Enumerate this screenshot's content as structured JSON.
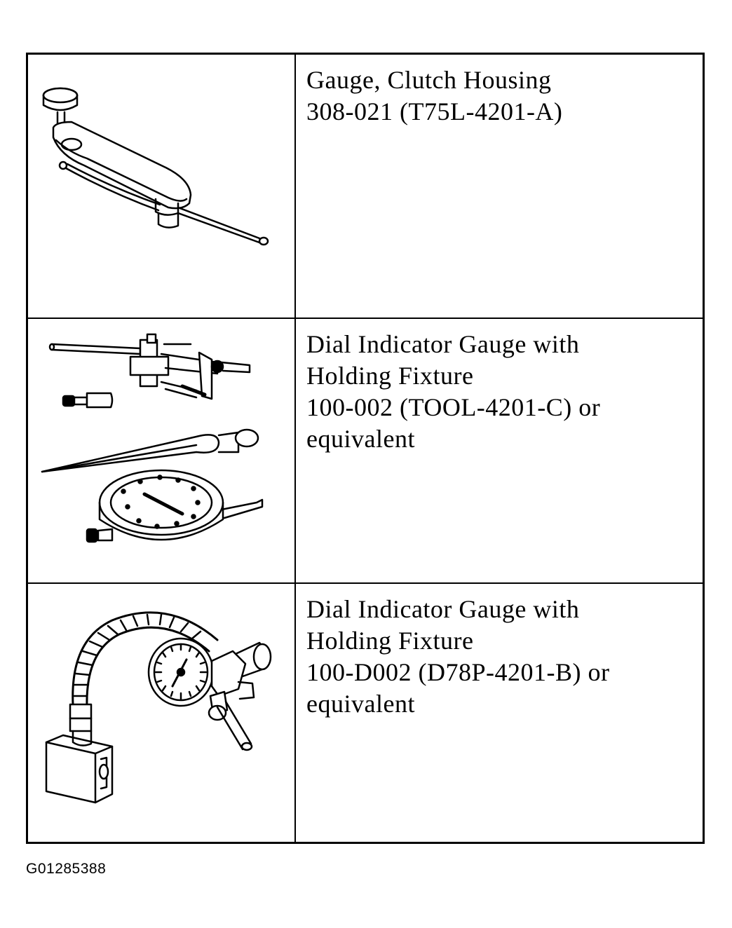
{
  "tools": [
    {
      "lines": [
        "Gauge, Clutch Housing",
        "308-021 (T75L-4201-A)"
      ],
      "icon": "clutch-housing-gauge-icon"
    },
    {
      "lines": [
        "Dial Indicator Gauge with",
        "Holding Fixture",
        "100-002 (TOOL-4201-C) or",
        "equivalent"
      ],
      "icon": "dial-indicator-kit-icon"
    },
    {
      "lines": [
        "Dial Indicator Gauge with",
        "Holding Fixture",
        "100-D002 (D78P-4201-B) or",
        "equivalent"
      ],
      "icon": "magnetic-base-dial-indicator-icon"
    }
  ],
  "figure_id": "G01285388"
}
